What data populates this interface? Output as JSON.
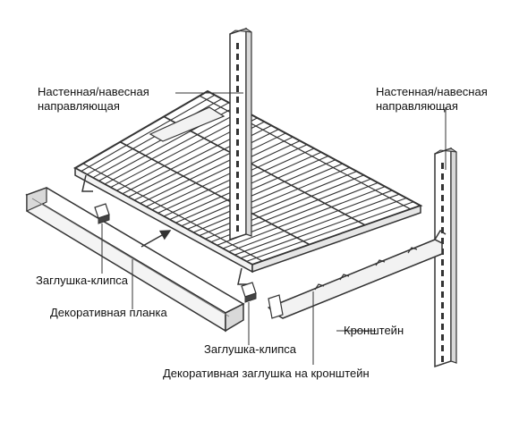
{
  "labels": {
    "wall_rail_left": {
      "line1": "Настенная/навесная",
      "line2": "направляющая"
    },
    "wall_rail_right": {
      "line1": "Настенная/навесная",
      "line2": "направляющая"
    },
    "clip_plug_left": "Заглушка-клипса",
    "decorative_bar": "Декоративная планка",
    "clip_plug_right": "Заглушка-клипса",
    "bracket": "Кронштейн",
    "bracket_end_cap": "Декоративная заглушка на кронштейн"
  },
  "colors": {
    "ink": "#333333",
    "fill_light": "#f2f2f2",
    "fill_mid": "#d9d9d9",
    "text": "#111111"
  }
}
